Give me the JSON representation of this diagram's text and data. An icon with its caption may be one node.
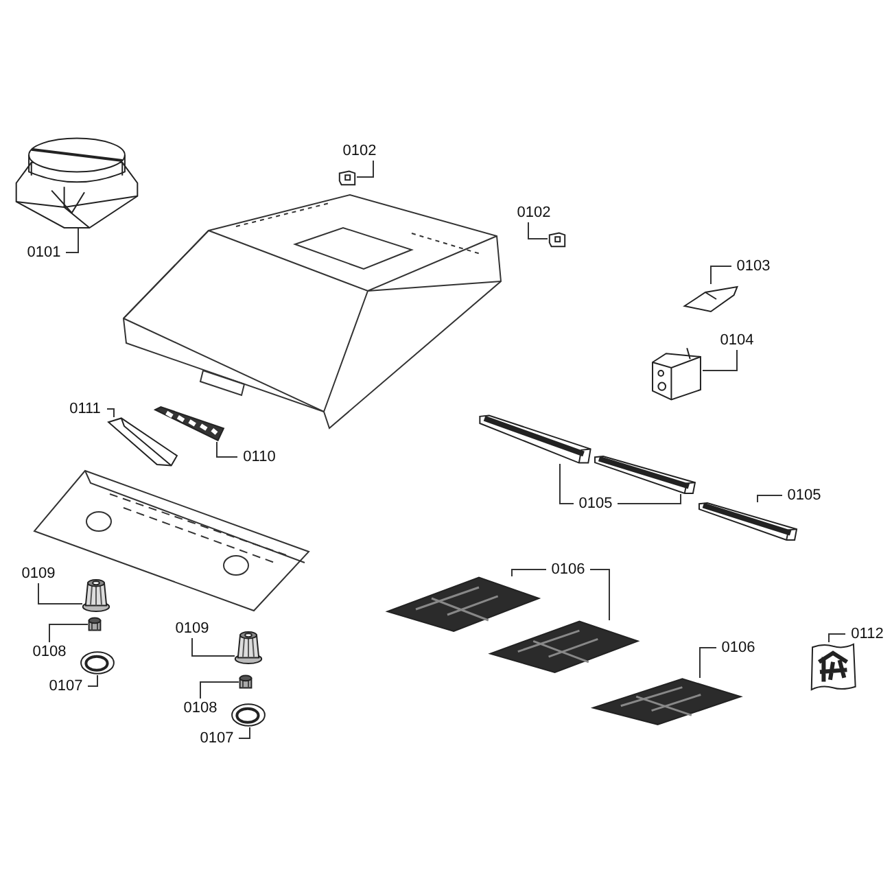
{
  "diagram": {
    "nodes": [
      {
        "text": [
          "0101"
        ]
      },
      {
        "text": [],
        "shape": "picture"
      },
      {
        "text": [
          "0102"
        ]
      },
      {
        "text": [],
        "shape": "picture"
      },
      {
        "text": [
          "0102"
        ]
      },
      {
        "text": [],
        "shape": "picture"
      },
      {
        "text": [
          "0103"
        ]
      },
      {
        "text": [],
        "shape": "picture"
      },
      {
        "text": [
          "0104"
        ]
      },
      {
        "text": [],
        "shape": "picture"
      },
      {
        "text": [
          "0111"
        ]
      },
      {
        "text": [],
        "shape": "picture"
      },
      {
        "text": [
          "0110"
        ]
      },
      {
        "text": [],
        "shape": "picture"
      },
      {
        "text": [
          "0105"
        ]
      },
      {
        "text": [],
        "shape": "picture"
      },
      {
        "text": [],
        "shape": "picture"
      },
      {
        "text": [
          "0105"
        ]
      },
      {
        "text": [],
        "shape": "picture"
      },
      {
        "text": [
          "0106"
        ]
      },
      {
        "text": [],
        "shape": "picture"
      },
      {
        "text": [],
        "shape": "picture"
      },
      {
        "text": [
          "0106"
        ]
      },
      {
        "text": [],
        "shape": "picture"
      },
      {
        "text": [
          "0112"
        ]
      },
      {
        "text": [],
        "shape": "picture"
      },
      {
        "text": [
          "0109"
        ]
      },
      {
        "text": [],
        "shape": "picture"
      },
      {
        "text": [
          "0108"
        ]
      },
      {
        "text": [],
        "shape": "picture"
      },
      {
        "text": [
          "0107"
        ]
      },
      {
        "text": [],
        "shape": "picture"
      },
      {
        "text": [
          "0109"
        ]
      },
      {
        "text": [],
        "shape": "picture"
      },
      {
        "text": [
          "0108"
        ]
      },
      {
        "text": [],
        "shape": "picture"
      },
      {
        "text": [
          "0107"
        ]
      },
      {
        "text": [],
        "shape": "picture"
      }
    ],
    "edges": [
      {
        "from": 0,
        "to": 1,
        "arrow": "none"
      },
      {
        "from": 2,
        "to": 3,
        "arrow": "none"
      },
      {
        "from": 4,
        "to": 5,
        "arrow": "none"
      },
      {
        "from": 6,
        "to": 7,
        "arrow": "none"
      },
      {
        "from": 8,
        "to": 9,
        "arrow": "none"
      },
      {
        "from": 10,
        "to": 11,
        "arrow": "none"
      },
      {
        "from": 12,
        "to": 13,
        "arrow": "none"
      },
      {
        "from": 14,
        "to": 15,
        "arrow": "none"
      },
      {
        "from": 14,
        "to": 16,
        "arrow": "none"
      },
      {
        "from": 17,
        "to": 18,
        "arrow": "none"
      },
      {
        "from": 19,
        "to": 20,
        "arrow": "none"
      },
      {
        "from": 19,
        "to": 21,
        "arrow": "none"
      },
      {
        "from": 22,
        "to": 23,
        "arrow": "none"
      },
      {
        "from": 24,
        "to": 25,
        "arrow": "none"
      },
      {
        "from": 26,
        "to": 27,
        "arrow": "none"
      },
      {
        "from": 28,
        "to": 29,
        "arrow": "none"
      },
      {
        "from": 30,
        "to": 31,
        "arrow": "none"
      },
      {
        "from": 32,
        "to": 33,
        "arrow": "none"
      },
      {
        "from": 34,
        "to": 35,
        "arrow": "none"
      },
      {
        "from": 36,
        "to": 37,
        "arrow": "none"
      }
    ]
  }
}
